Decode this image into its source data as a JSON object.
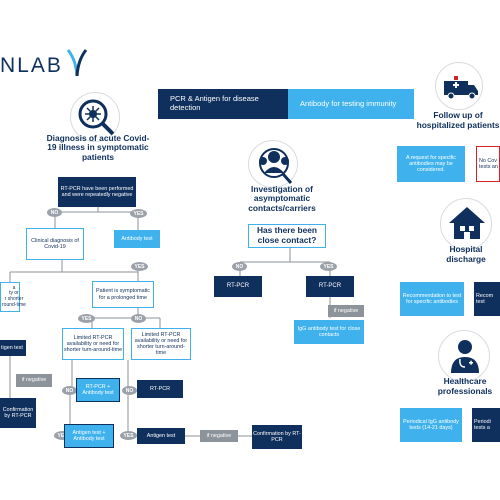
{
  "brand": {
    "logo_text": "NLAB"
  },
  "legend": {
    "pcr_label": "PCR & Antigen for disease detection",
    "antibody_label": "Antibody for testing immunity"
  },
  "colors": {
    "navy": "#0f2f5c",
    "sky": "#3fb2ee",
    "grey": "#8d939a",
    "red": "#d2232a"
  },
  "diagnosis": {
    "title": "Diagnosis of acute Covid-19 illness in symptomatic patients",
    "rtpcr_repeated": "RT-PCR have been performed and were repeatedly negative",
    "clinical_diagnosis": "Clinical diagnosis of Covid-19",
    "antibody_test": "Antibody test",
    "symptomatic_prolonged": "Patient is symptomatic for a prolonged time",
    "left_partial": "a\nty or\nr shorter\nround-time",
    "limited_yes": "Limited RT-PCR availability or need for shorter turn-around-time",
    "limited_no": "Limited RT-PCR availability or need for shorter turn-around-time",
    "rtpcr_antibody": "RT-PCR + Antibody test",
    "rtpcr": "RT-PCR",
    "antigen_antibody": "Antigen test + Antibody test",
    "antigen_test": "Antigen test",
    "if_negative": "if negative",
    "confirmation": "Confirmation by RT-PCR",
    "left_antigen": "tigen test",
    "left_if_negative": "if negative",
    "left_confirmation": "Confirmation\nby RT-PCR",
    "no": "NO",
    "yes": "YES"
  },
  "investigation": {
    "title": "Investigation of asymptomatic contacts/carriers",
    "question": "Has there been close contact?",
    "rtpcr_no": "RT-PCR",
    "rtpcr_yes": "RT-PCR",
    "if_negative": "if negative",
    "igg": "IgG antibody test for close contacts"
  },
  "followup": {
    "title": "Follow up of hospitalized patients",
    "request": "A request for specific antibodies may be considered.",
    "partial": "No Cov tests an"
  },
  "discharge": {
    "title": "Hospital discharge",
    "recommendation": "Recommendation to test for specific antibodies",
    "partial": "Recom test"
  },
  "healthcare": {
    "title": "Healthcare professionals",
    "periodical": "Periodical IgG antibody tests (14-21 days)",
    "partial": "Periodi tests a"
  }
}
